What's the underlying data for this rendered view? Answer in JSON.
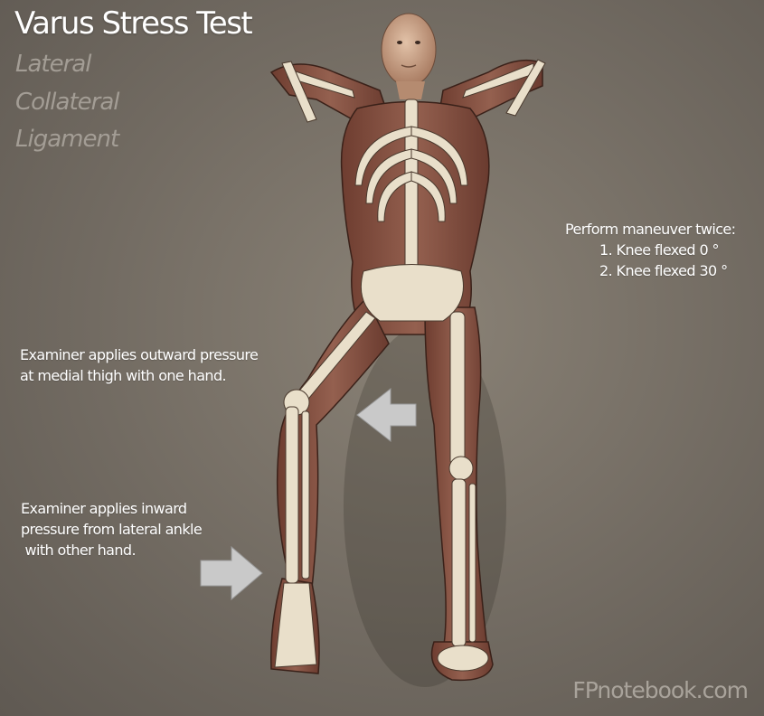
{
  "title": "Varus Stress Test",
  "subtitle_lines": [
    "Lateral",
    "Collateral",
    "Ligament"
  ],
  "right_note": {
    "heading": "Perform  maneuver twice:",
    "items": [
      "1. Knee flexed 0 °",
      "2. Knee flexed 30 °"
    ]
  },
  "thigh_note": [
    "Examiner applies outward pressure",
    "at  medial thigh with one hand."
  ],
  "ankle_note": [
    "Examiner applies  inward",
    "pressure  from  lateral ankle",
    " with other hand."
  ],
  "watermark": "FPnotebook.com",
  "colors": {
    "background": "#736c63",
    "muscle": "#8a5444",
    "bone": "#e9dfca",
    "arrow": "#c9c9c9"
  }
}
